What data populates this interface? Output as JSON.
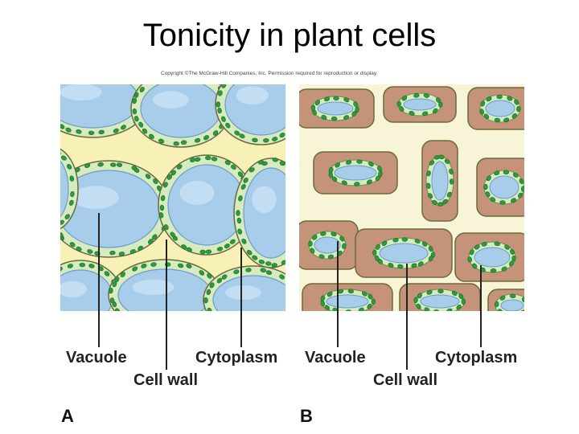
{
  "title": "Tonicity in plant cells",
  "copyright": "Copyright ©The McGraw-Hill Companies, Inc. Permission required for reproduction or display.",
  "colors": {
    "wall_background": "#f7f1b8",
    "turgid_cytoplasm": "#d6ecc0",
    "plasmolyzed_space": "#c4937a",
    "vacuole": "#a7cdea",
    "vacuole_edge": "#6a9cc8",
    "chloroplast": "#2e9a3c",
    "outline": "#6c6a3a"
  },
  "panels": [
    {
      "letter": "A",
      "labels": {
        "vacuole": "Vacuole",
        "cytoplasm": "Cytoplasm",
        "cell_wall": "Cell wall"
      }
    },
    {
      "letter": "B",
      "labels": {
        "vacuole": "Vacuole",
        "cytoplasm": "Cytoplasm",
        "cell_wall": "Cell wall"
      }
    }
  ]
}
